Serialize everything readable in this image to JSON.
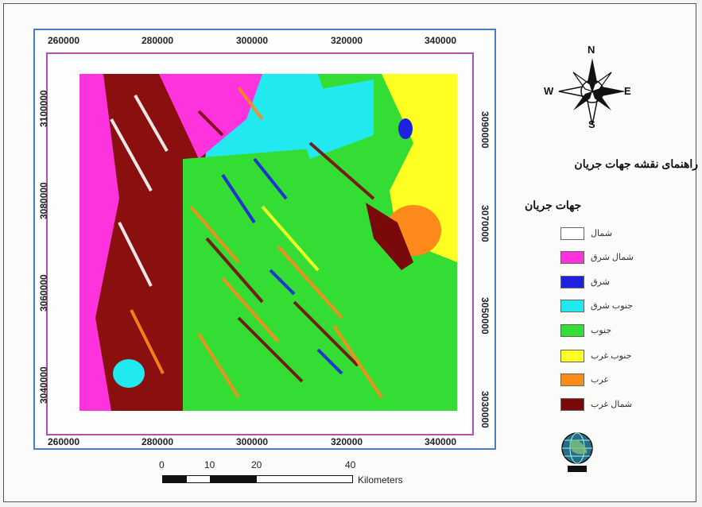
{
  "map": {
    "x_ticks_top": [
      "260000",
      "280000",
      "300000",
      "320000",
      "340000"
    ],
    "x_ticks_bottom": [
      "260000",
      "280000",
      "300000",
      "320000",
      "340000"
    ],
    "y_ticks_left": [
      "3100000",
      "3080000",
      "3060000",
      "3040000"
    ],
    "y_ticks_right": [
      "3090000",
      "3070000",
      "3050000",
      "3030000"
    ]
  },
  "compass": {
    "n": "N",
    "s": "S",
    "e": "E",
    "w": "W",
    "icon": "north-arrow-compass-rose"
  },
  "legend": {
    "map_title": "راهنمای نقشه جهات جریان",
    "subtitle": "جهات جریان",
    "items": [
      {
        "label": "شمال",
        "color": "#ffffff"
      },
      {
        "label": "شمال شرق",
        "color": "#ff33dd"
      },
      {
        "label": "شرق",
        "color": "#1e22e0"
      },
      {
        "label": "جنوب شرق",
        "color": "#22e8f0"
      },
      {
        "label": "جنوب",
        "color": "#33dd33"
      },
      {
        "label": "جنوب غرب",
        "color": "#ffff22"
      },
      {
        "label": "غرب",
        "color": "#ff8a1c"
      },
      {
        "label": "شمال غرب",
        "color": "#7a0a0a"
      }
    ]
  },
  "scale_bar": {
    "labels": [
      "0",
      "10",
      "20",
      "40"
    ],
    "units": "Kilometers"
  },
  "logo": {
    "icon": "globe-logo"
  }
}
